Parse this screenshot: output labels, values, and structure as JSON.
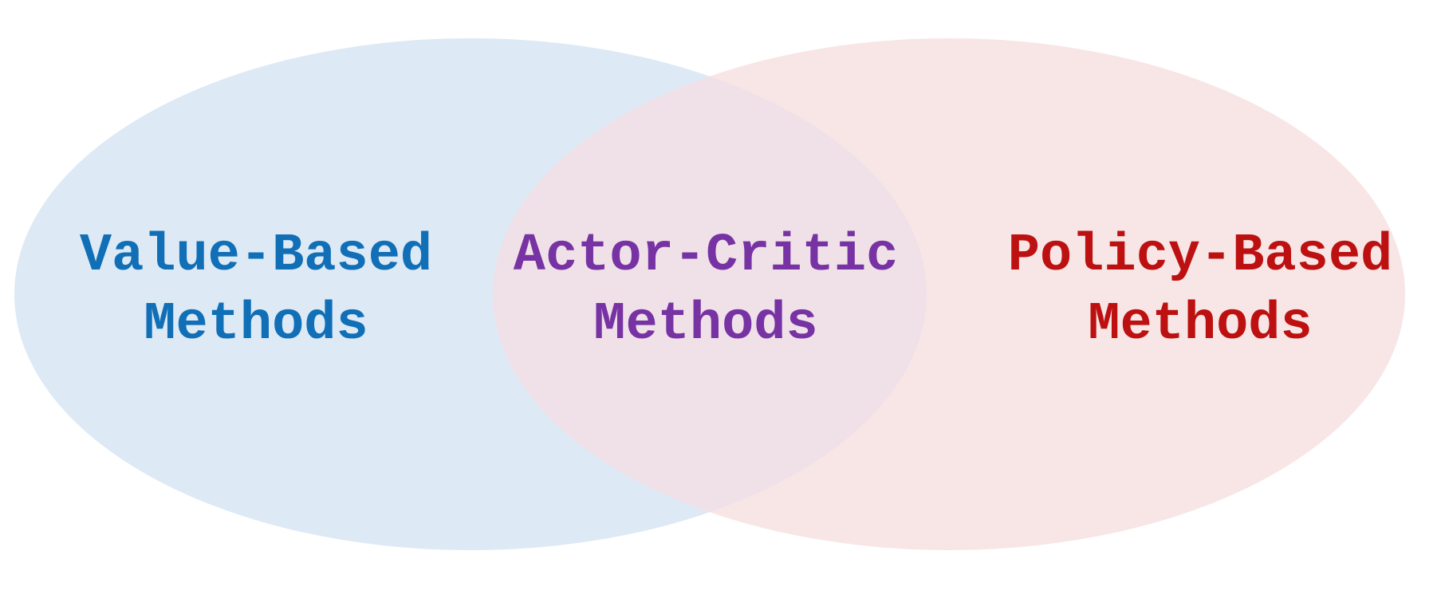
{
  "diagram": {
    "type": "venn",
    "description": "Two-set Venn diagram of reinforcement learning method families",
    "background_color": "#ffffff",
    "left_set": {
      "line1": "Value-Based",
      "line2": "Methods",
      "text_color": "#106fb6",
      "fill_color": "#dde9f5"
    },
    "right_set": {
      "line1": "Policy-Based",
      "line2": "Methods",
      "text_color": "#bd1111",
      "fill_color": "#f8e6e6"
    },
    "overlap": {
      "line1": "Actor-Critic",
      "line2": "Methods",
      "text_color": "#7733a3",
      "fill_color": "#f0e1e9"
    }
  }
}
